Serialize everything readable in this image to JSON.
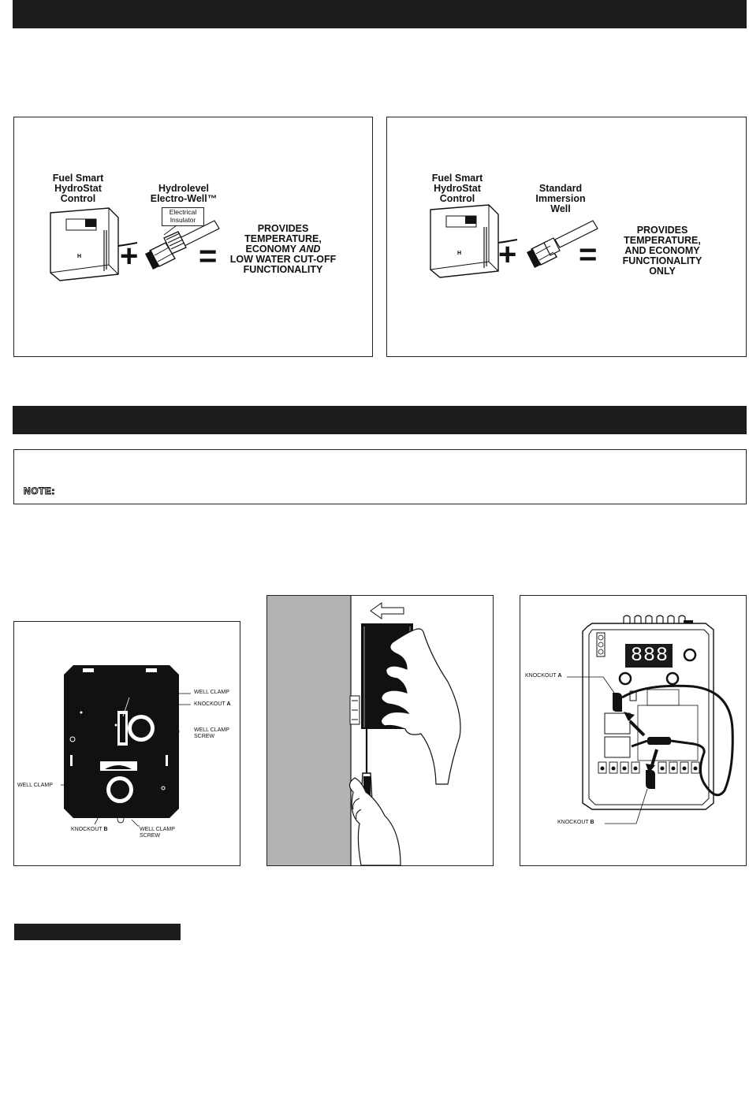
{
  "panel_left": {
    "control_label": "Fuel Smart\nHydroStat\nControl",
    "well_label": "Hydrolevel\nElectro-Well™",
    "insulator_label": "Electrical\nInsulator",
    "result_prefix": "PROVIDES\nTEMPERATURE,\nECONOMY ",
    "result_and": "AND",
    "result_suffix": "\nLOW WATER CUT-OFF\nFUNCTIONALITY",
    "plus": "+",
    "equals": "="
  },
  "panel_right": {
    "control_label": "Fuel Smart\nHydroStat\nControl",
    "well_label": "Standard\nImmersion\nWell",
    "result": "PROVIDES\nTEMPERATURE,\nAND ECONOMY\nFUNCTIONALITY\nONLY",
    "plus": "+",
    "equals": "="
  },
  "note": {
    "label": "NOTE:"
  },
  "fig_back": {
    "well_clamp_top": "WELL CLAMP",
    "knockout_a_prefix": "KNOCKOUT ",
    "knockout_a_letter": "A",
    "well_clamp_screw_top": "WELL CLAMP\nSCREW",
    "well_clamp_left": "WELL CLAMP",
    "knockout_b_prefix": "KNOCKOUT ",
    "knockout_b_letter": "B",
    "well_clamp_screw_bottom": "WELL CLAMP\nSCREW"
  },
  "fig_board": {
    "display_digits": "888",
    "knockout_a_prefix": "KNOCKOUT ",
    "knockout_a_letter": "A",
    "knockout_b_prefix": "KNOCKOUT ",
    "knockout_b_letter": "B"
  },
  "colors": {
    "bar": "#1d1d1d",
    "grey_wall": "#b3b3b3",
    "red_display": "#1a1a1a"
  }
}
